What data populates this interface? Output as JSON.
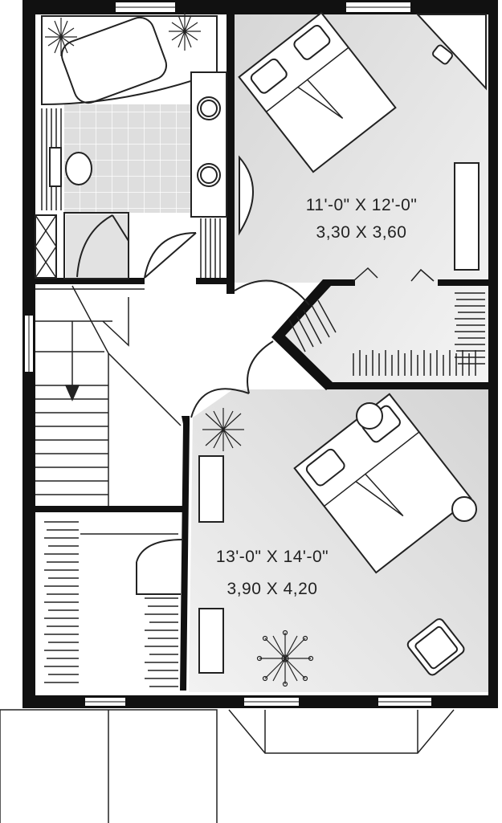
{
  "rooms": [
    {
      "id": "bedroom-upper",
      "dim_imperial": "11'-0\" X 12'-0\"",
      "dim_metric": "3,30 X 3,60"
    },
    {
      "id": "bedroom-lower",
      "dim_imperial": "13'-0\" X 14'-0\"",
      "dim_metric": "3,90 X 4,20"
    }
  ],
  "colors": {
    "wall": "#111111",
    "room_fill": "#e4e4e4",
    "line": "#222222",
    "floor_white": "#ffffff",
    "tile": "#d8d8d8"
  }
}
